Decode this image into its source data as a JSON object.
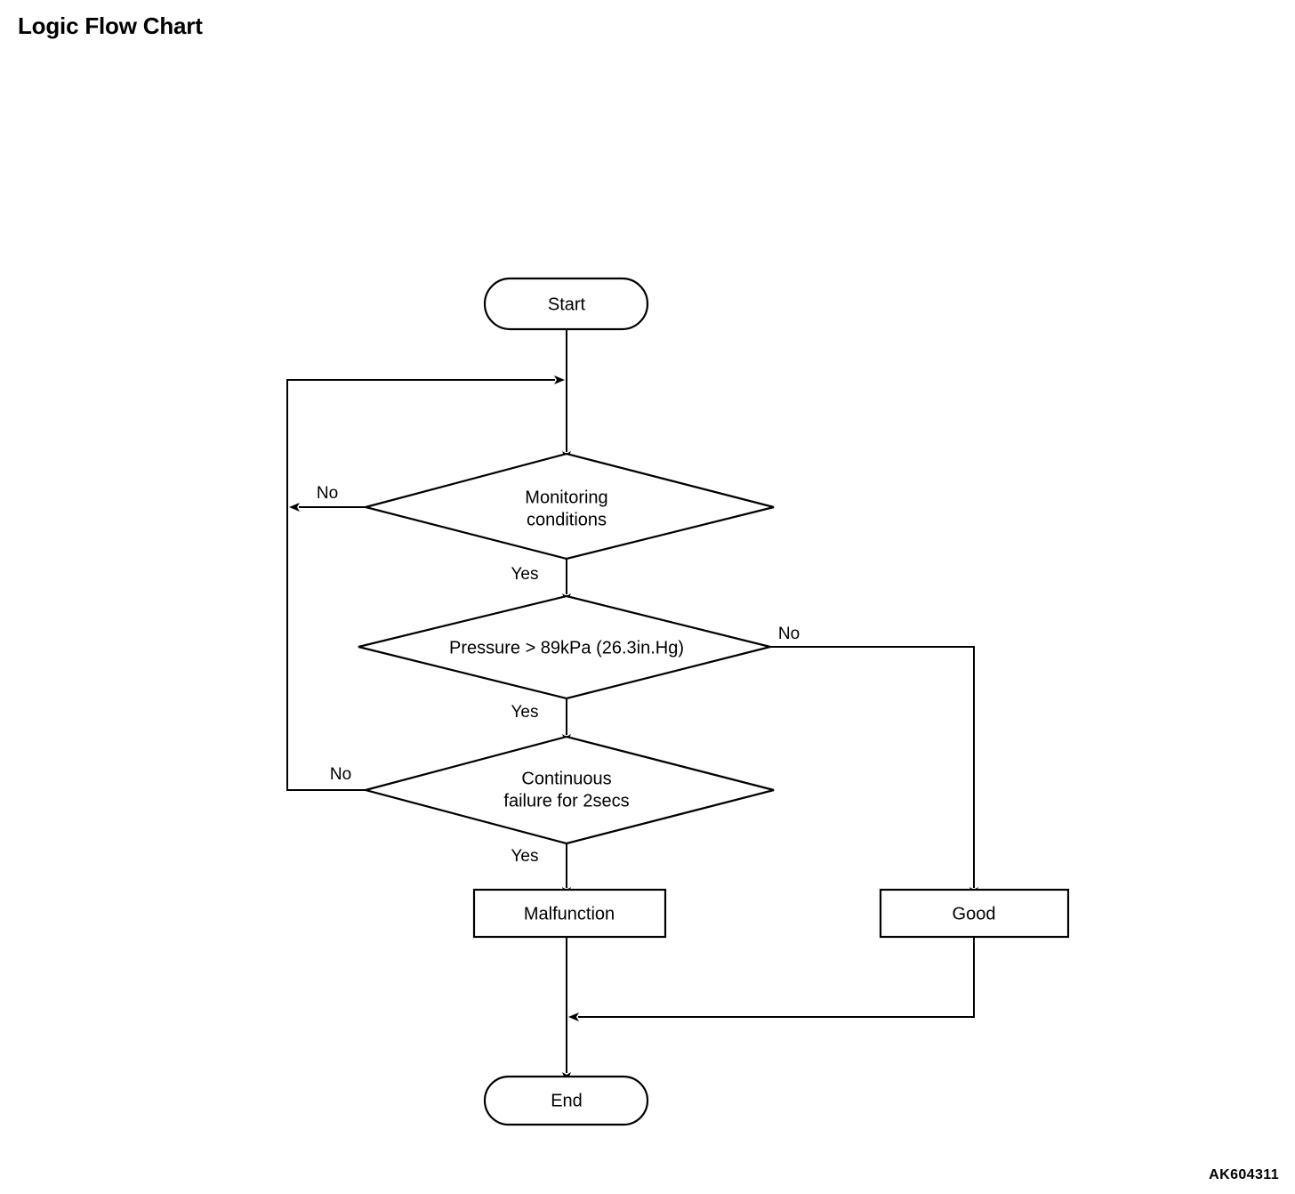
{
  "page": {
    "title": "Logic Flow Chart",
    "figure_code": "AK604311",
    "background_color": "#ffffff",
    "line_color": "#000000"
  },
  "chart_data": {
    "type": "diagram",
    "diagram_kind": "flowchart",
    "title": "Logic Flow Chart",
    "nodes": [
      {
        "id": "start",
        "shape": "stadium",
        "label": "Start"
      },
      {
        "id": "monitoring",
        "shape": "diamond",
        "label_line1": "Monitoring",
        "label_line2": "conditions"
      },
      {
        "id": "pressure",
        "shape": "diamond",
        "label_line1": "Pressure > 89kPa (26.3in.Hg)",
        "label_line2": ""
      },
      {
        "id": "continuous",
        "shape": "diamond",
        "label_line1": "Continuous",
        "label_line2": "failure for 2secs"
      },
      {
        "id": "malfunction",
        "shape": "rect",
        "label": "Malfunction"
      },
      {
        "id": "good",
        "shape": "rect",
        "label": "Good"
      },
      {
        "id": "end",
        "shape": "stadium",
        "label": "End"
      }
    ],
    "edges": [
      {
        "from": "start",
        "to": "monitoring",
        "label": ""
      },
      {
        "from": "monitoring",
        "to": "start_arrow",
        "label": "No"
      },
      {
        "from": "monitoring",
        "to": "pressure",
        "label": "Yes"
      },
      {
        "from": "pressure",
        "to": "good",
        "label": "No"
      },
      {
        "from": "pressure",
        "to": "continuous",
        "label": "Yes"
      },
      {
        "from": "continuous",
        "to": "start_arrow",
        "label": "No"
      },
      {
        "from": "continuous",
        "to": "malfunction",
        "label": "Yes"
      },
      {
        "from": "malfunction",
        "to": "end",
        "label": ""
      },
      {
        "from": "good",
        "to": "end",
        "label": ""
      }
    ],
    "edge_labels": {
      "monitoring_no": "No",
      "monitoring_yes": "Yes",
      "pressure_no": "No",
      "pressure_yes": "Yes",
      "continuous_no": "No",
      "continuous_yes": "Yes"
    }
  }
}
